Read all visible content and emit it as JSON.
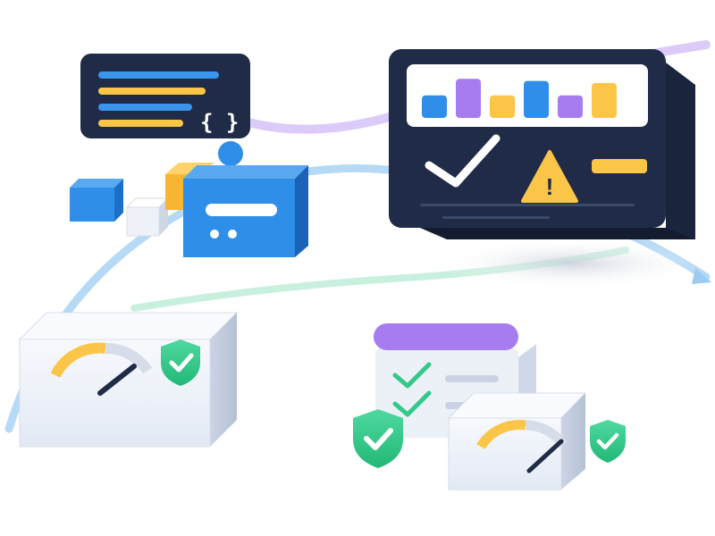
{
  "code_card": {
    "braces": "{ }"
  },
  "colors": {
    "navy": "#1e2a45",
    "blue": "#2f8fe8",
    "yellow": "#fbc547",
    "purple": "#a77cf0",
    "green": "#34c98a",
    "flow_blue": "#a9d3f5",
    "flow_purple": "#d9c9f7",
    "flow_green": "#c3eedb"
  },
  "dashboard": {
    "bars": [
      {
        "value": 0.55,
        "color": "blue"
      },
      {
        "value": 0.95,
        "color": "purple"
      },
      {
        "value": 0.55,
        "color": "yellow"
      },
      {
        "value": 0.9,
        "color": "blue"
      },
      {
        "value": 0.55,
        "color": "purple"
      },
      {
        "value": 0.85,
        "color": "yellow"
      }
    ],
    "warning_symbol": "!"
  },
  "icons": {
    "check": "check-icon",
    "warning": "warning-triangle-icon",
    "shield": "shield-check-icon",
    "gauge": "gauge-icon",
    "code": "code-braces-icon",
    "server": "server-box-icon"
  }
}
